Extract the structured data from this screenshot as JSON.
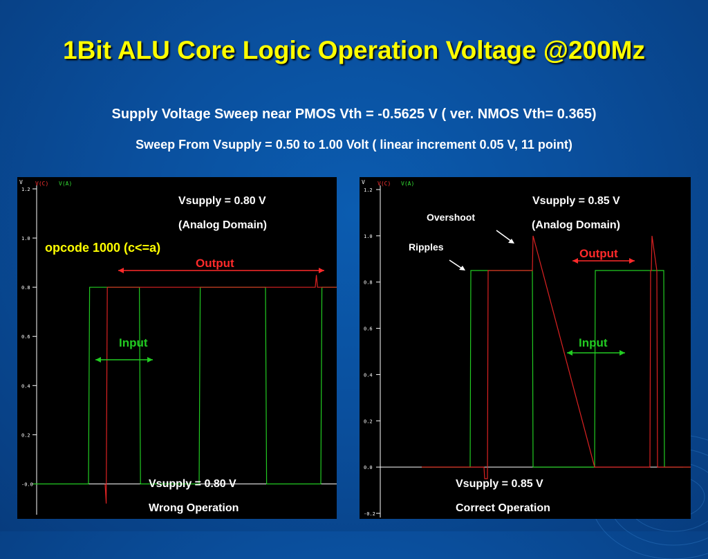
{
  "title": "1Bit ALU Core Logic Operation Voltage @200Mz",
  "subtitle_1": "Supply Voltage Sweep near PMOS Vth = -0.5625 V  ( ver. NMOS Vth= 0.365)",
  "subtitle_2": "Sweep From Vsupply = 0.50 to 1.00 Volt ( linear increment 0.05 V, 11 point)",
  "colors": {
    "background": "#0a4f9d",
    "title": "#ffff00",
    "input": "#22cc22",
    "output": "#dd2222"
  },
  "chart_data": [
    {
      "type": "line",
      "header": {
        "unit": "V",
        "series_c": "V(C)",
        "series_a": "V(A)"
      },
      "y_ticks": [
        "1.2",
        "1.0",
        "0.8",
        "0.6",
        "0.4",
        "0.2",
        "-0.0"
      ],
      "ylim": [
        -0.1,
        1.2
      ],
      "series": [
        {
          "name": "V(A)",
          "color": "#22cc22",
          "x": [
            0,
            50,
            51,
            96,
            97,
            150,
            151,
            210,
            211,
            260,
            261,
            280
          ],
          "y": [
            0.0,
            0.0,
            0.8,
            0.8,
            0.0,
            0.0,
            0.8,
            0.8,
            0.0,
            0.0,
            0.8,
            0.8
          ]
        },
        {
          "name": "V(C)",
          "color": "#dd2222",
          "x": [
            65,
            66,
            67,
            255,
            256,
            257,
            280
          ],
          "y": [
            0.0,
            -0.08,
            0.8,
            0.8,
            0.85,
            0.8,
            0.8
          ]
        }
      ],
      "annotations": {
        "top_1": "Vsupply = 0.80 V",
        "top_2": "(Analog Domain)",
        "opcode": "opcode 1000 (c<=a)",
        "output": "Output",
        "input": "Input",
        "bottom_1": "Vsupply = 0.80 V",
        "bottom_2": "Wrong Operation"
      }
    },
    {
      "type": "line",
      "header": {
        "unit": "V",
        "series_c": "V(C)",
        "series_a": "V(A)"
      },
      "y_ticks": [
        "1.2",
        "1.0",
        "0.8",
        "0.6",
        "0.4",
        "0.2",
        "0.0",
        "-0.2"
      ],
      "ylim": [
        -0.2,
        1.2
      ],
      "series": [
        {
          "name": "V(A)",
          "color": "#22cc22",
          "x": [
            0,
            70,
            71,
            160,
            161,
            250,
            251,
            350,
            351,
            400
          ],
          "y": [
            0.0,
            0.0,
            0.85,
            0.85,
            0.0,
            0.0,
            0.85,
            0.85,
            0.0,
            0.0
          ]
        },
        {
          "name": "V(C)",
          "color": "#dd2222",
          "x": [
            0,
            90,
            91,
            95,
            96,
            160,
            161,
            250,
            251,
            330,
            331,
            332,
            333,
            340,
            341,
            400
          ],
          "y": [
            0.0,
            0.0,
            -0.05,
            -0.05,
            0.85,
            0.85,
            1.0,
            0.0,
            0.0,
            0.0,
            0.85,
            0.85,
            1.0,
            0.85,
            0.0,
            0.0
          ]
        }
      ],
      "annotations": {
        "overshoot": "Overshoot",
        "ripples": "Ripples",
        "top_1": "Vsupply = 0.85 V",
        "top_2": "(Analog Domain)",
        "output": "Output",
        "input": "Input",
        "bottom_1": "Vsupply = 0.85 V",
        "bottom_2": "Correct Operation"
      }
    }
  ]
}
